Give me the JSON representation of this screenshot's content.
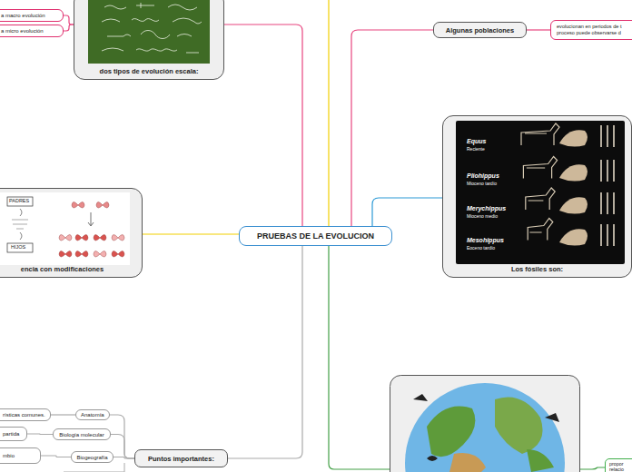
{
  "diagram": {
    "nodes": [
      {
        "text": [
          "PRUEBAS DE LA EVOLUCION"
        ]
      },
      {
        "text": [
          "dos tipos de evolución escala:"
        ]
      },
      {
        "text": [
          "a macro evolución"
        ]
      },
      {
        "text": [
          "a micro evolución"
        ]
      },
      {
        "text": [
          "Algunas poblaciones"
        ]
      },
      {
        "text": [
          "evolucionan en periodos de t proceso puede observarse d"
        ]
      },
      {
        "text": [
          "encia con modificaciones"
        ]
      },
      {
        "text": [
          "Los fósiles son:"
        ]
      },
      {
        "text": [
          "propor relacio"
        ]
      },
      {
        "text": [
          "Puntos importantes:"
        ]
      },
      {
        "text": [
          "Anatomía"
        ]
      },
      {
        "text": [
          "rísticas comunes."
        ]
      },
      {
        "text": [
          "Biología molecular"
        ]
      },
      {
        "text": [
          "partida"
        ]
      },
      {
        "text": [
          "Biogeografía"
        ]
      },
      {
        "text": [
          "mbio"
        ]
      }
    ],
    "edges": [
      {
        "from": 0,
        "to": 1,
        "arrow": "none"
      },
      {
        "from": 1,
        "to": 2,
        "arrow": "none"
      },
      {
        "from": 1,
        "to": 3,
        "arrow": "none"
      },
      {
        "from": 0,
        "to": 4,
        "arrow": "none"
      },
      {
        "from": 4,
        "to": 5,
        "arrow": "none"
      },
      {
        "from": 0,
        "to": 6,
        "arrow": "none"
      },
      {
        "from": 0,
        "to": 7,
        "arrow": "none"
      },
      {
        "from": 0,
        "to": 9,
        "arrow": "none"
      },
      {
        "from": 9,
        "to": 10,
        "arrow": "none"
      },
      {
        "from": 10,
        "to": 11,
        "arrow": "none"
      },
      {
        "from": 9,
        "to": 12,
        "arrow": "none"
      },
      {
        "from": 12,
        "to": 13,
        "arrow": "none"
      },
      {
        "from": 9,
        "to": 14,
        "arrow": "none"
      },
      {
        "from": 14,
        "to": 15,
        "arrow": "none"
      }
    ],
    "labels": [
      "Equus",
      "Reciente",
      "Pliohippus",
      "Mioceno tardío",
      "Merychippus",
      "Mioceno medio",
      "Mesohippus",
      "Eoceno tardío",
      "PADRES",
      "HIJOS"
    ]
  }
}
